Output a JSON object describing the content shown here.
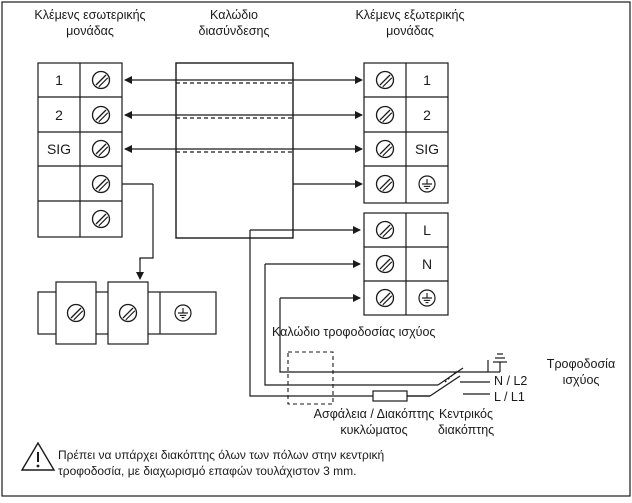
{
  "labels": {
    "indoor_terminals": [
      "Κλέμενς εσωτερικής",
      "μονάδας"
    ],
    "connecting_cable": [
      "Καλώδιο",
      "διασύνδεσης"
    ],
    "outdoor_terminals": [
      "Κλέμενς εξωτερικής",
      "μονάδας"
    ],
    "power_cable": "Καλώδιο τροφοδοσίας ισχύος",
    "power_supply": [
      "Τροφοδοσία",
      "ισχύος"
    ],
    "fuse_breaker": [
      "Ασφάλεια / Διακόπτης",
      "κυκλώματος"
    ],
    "main_switch": [
      "Κεντρικός",
      "διακόπτης"
    ],
    "line_n": "N / L2",
    "line_l": "L / L1"
  },
  "indoor_terminal_labels": [
    "1",
    "2",
    "SIG",
    "",
    ""
  ],
  "outdoor_terminal_labels": [
    "1",
    "2",
    "SIG"
  ],
  "outdoor_power_labels": [
    "L",
    "N"
  ],
  "warning": {
    "icon": "warning-triangle-icon",
    "lines": [
      "Πρέπει να υπάρχει διακόπτης όλων των πόλων στην κεντρική",
      "τροφοδοσία, με διαχωρισμό επαφών τουλάχιστον 3 mm."
    ]
  }
}
